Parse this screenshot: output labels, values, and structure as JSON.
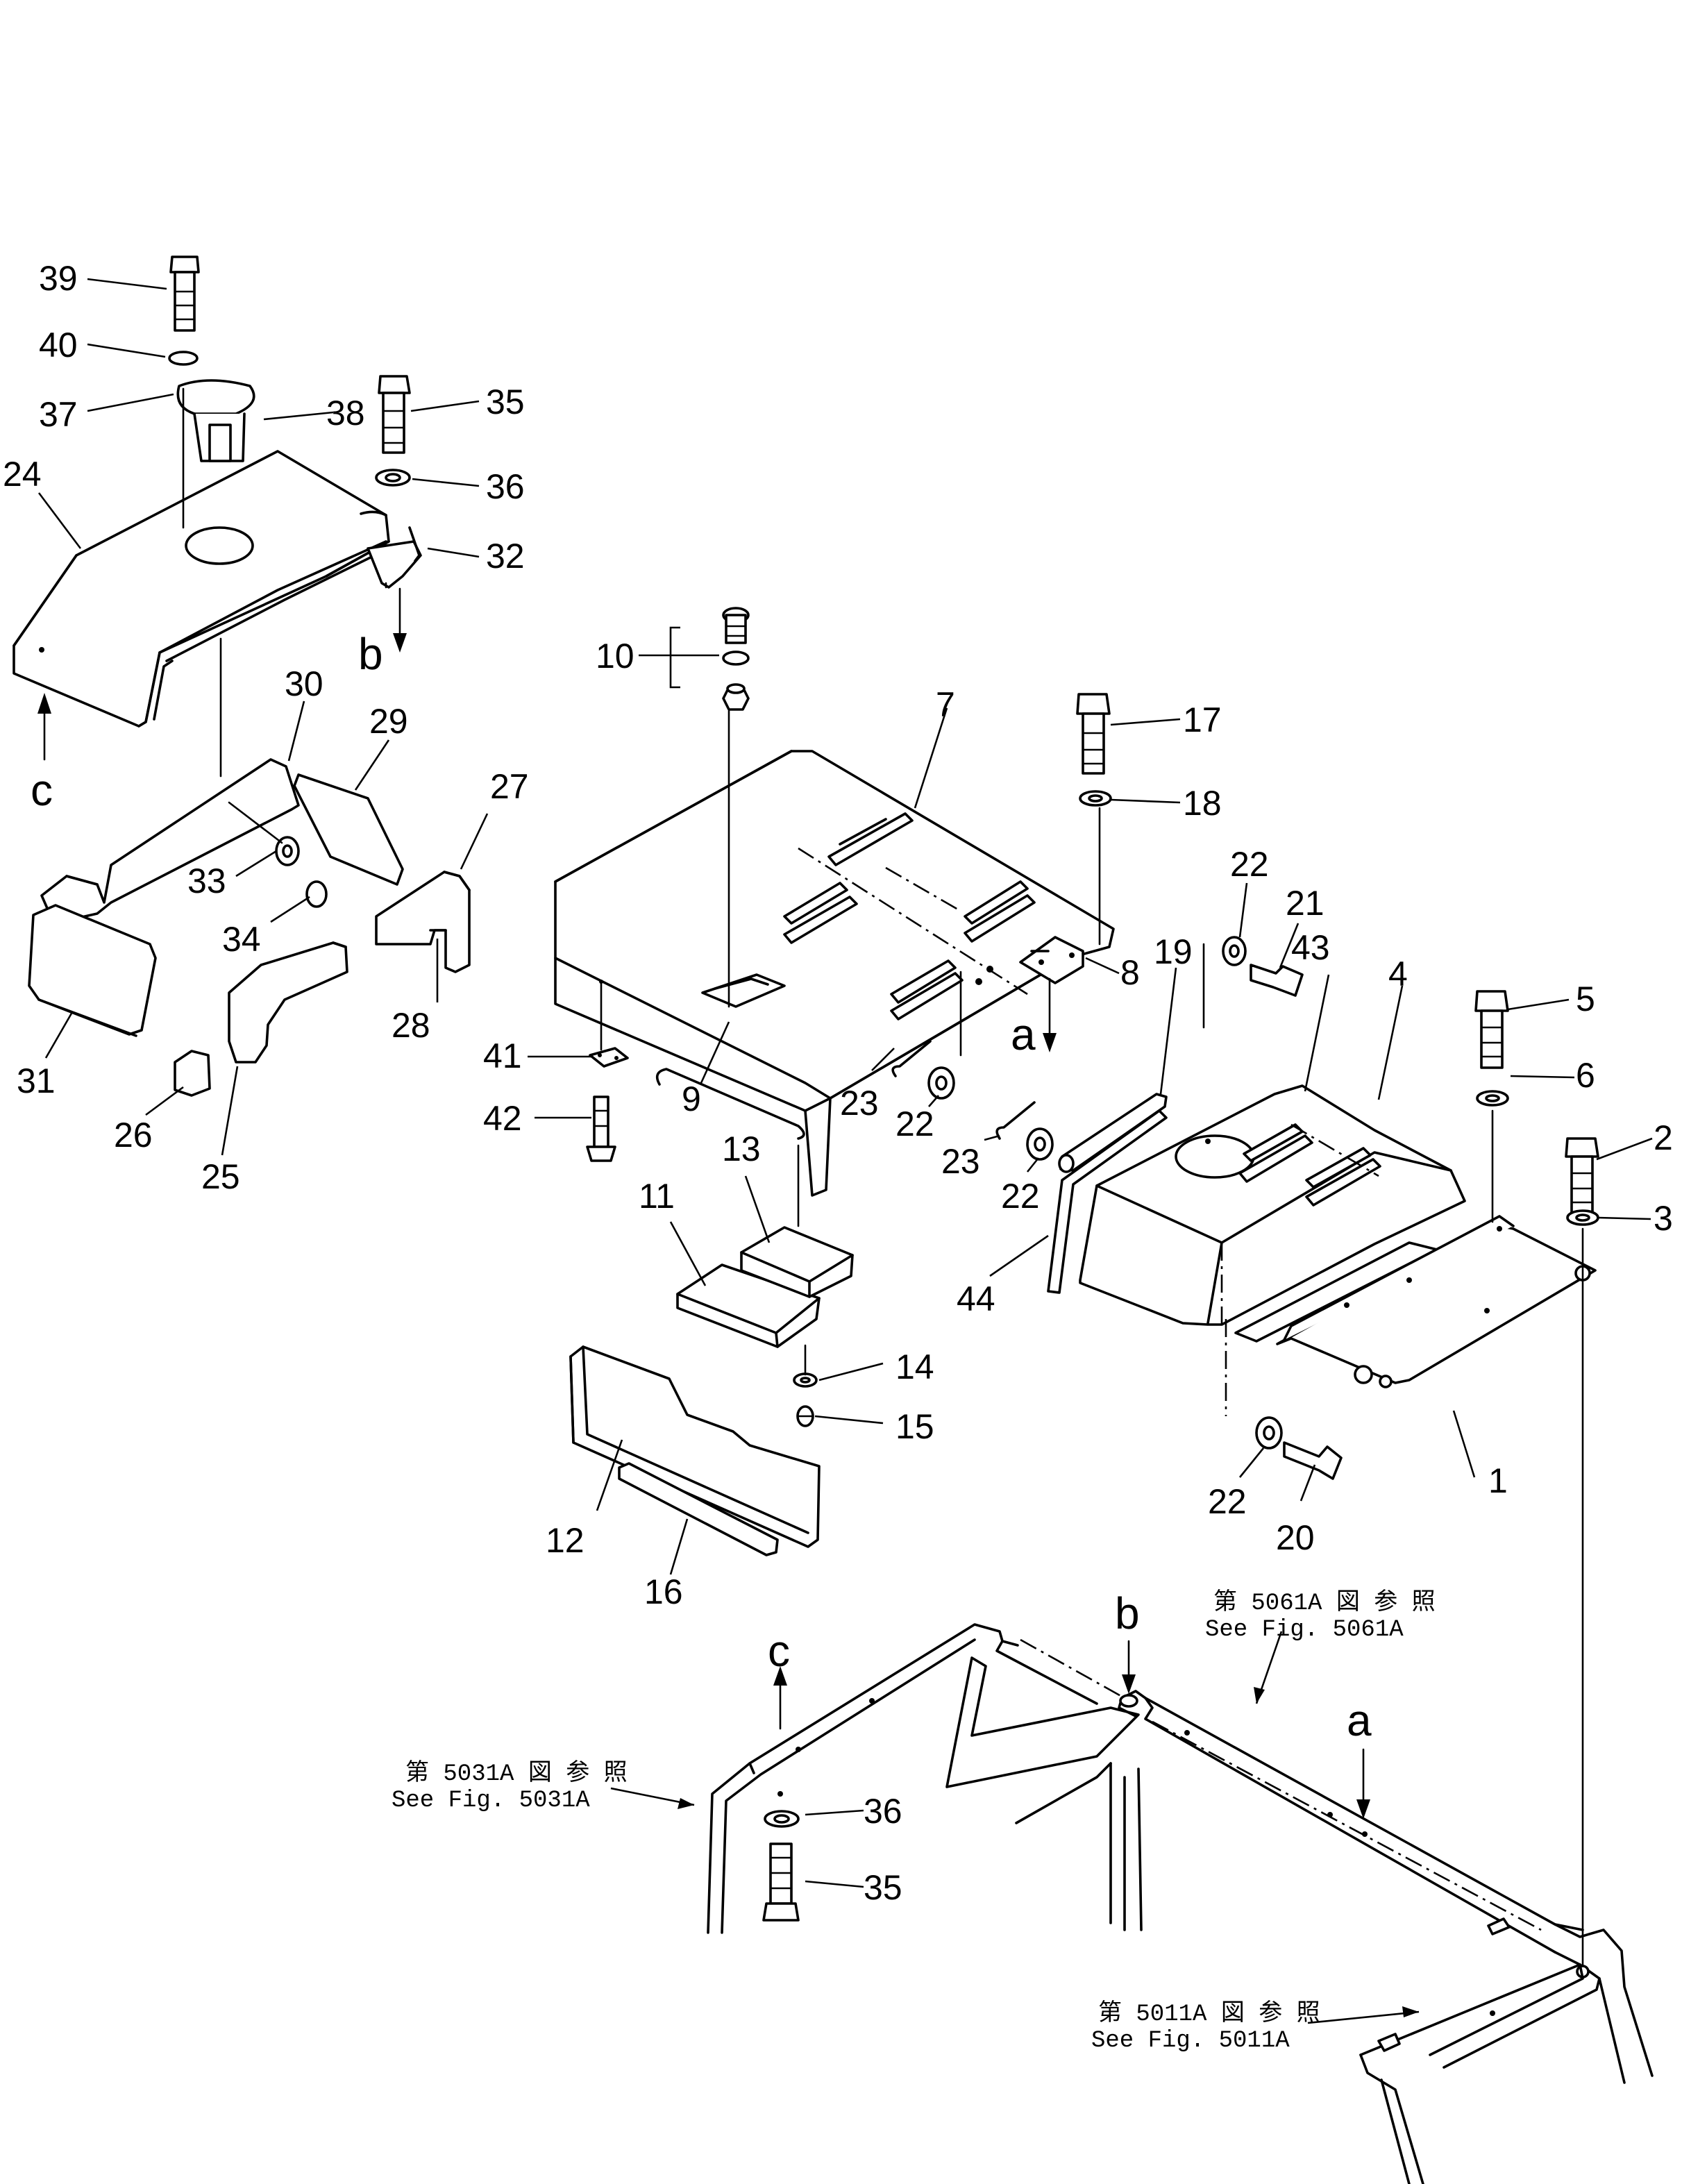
{
  "callouts": {
    "c1": "1",
    "c2": "2",
    "c3": "3",
    "c4": "4",
    "c5": "5",
    "c6": "6",
    "c7": "7",
    "c8": "8",
    "c9": "9",
    "c10": "10",
    "c11": "11",
    "c12": "12",
    "c13": "13",
    "c14": "14",
    "c15": "15",
    "c16": "16",
    "c17": "17",
    "c18": "18",
    "c19": "19",
    "c20": "20",
    "c21": "21",
    "c22a": "22",
    "c22b": "22",
    "c22c": "22",
    "c22d": "22",
    "c23a": "23",
    "c23b": "23",
    "c24": "24",
    "c25": "25",
    "c26": "26",
    "c27": "27",
    "c28": "28",
    "c29": "29",
    "c30": "30",
    "c31": "31",
    "c32": "32",
    "c33": "33",
    "c34": "34",
    "c35a": "35",
    "c35b": "35",
    "c36a": "36",
    "c36b": "36",
    "c37": "37",
    "c38": "38",
    "c39": "39",
    "c40": "40",
    "c41": "41",
    "c42": "42",
    "c43": "43",
    "c44": "44"
  },
  "refs": {
    "a_top": "a",
    "b_top": "b",
    "c_top": "c",
    "a_bottom": "a",
    "b_bottom": "b",
    "c_bottom": "c"
  },
  "notes": {
    "fig5061_jp": "第 5061A 図 参 照",
    "fig5061_en": "See Fig. 5061A",
    "fig5031_jp": "第 5031A 図 参 照",
    "fig5031_en": "See Fig. 5031A",
    "fig5011_jp": "第 5011A 図 参 照",
    "fig5011_en": "See Fig. 5011A"
  }
}
